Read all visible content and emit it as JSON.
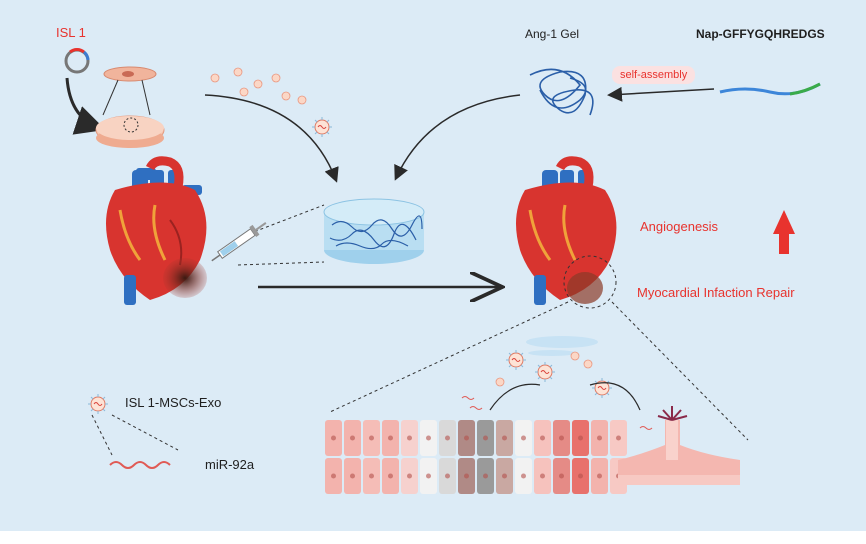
{
  "labels": {
    "isl1": "ISL 1",
    "ang_gel": "Ang-1 Gel",
    "peptide": "Nap-GFFYGQHREDGS",
    "self_assembly": "self-assembly",
    "angiogenesis": "Angiogenesis",
    "repair": "Myocardial Infaction Repair",
    "exo_legend": "ISL 1-MSCs-Exo",
    "mirna_legend": "miR-92a"
  },
  "colors": {
    "background": "#dcebf6",
    "accent_red": "#e8332e",
    "heart_red": "#d8342f",
    "vessel_blue": "#2f6fc1",
    "gel_blue": "#2b5fa8",
    "arrow_dark": "#2a2a2a"
  },
  "icons": [
    "plasmid-icon",
    "cell-dish-icon",
    "exosome-icon",
    "heart-icon",
    "syringe-icon",
    "hydrogel-icon",
    "peptide-chain-icon",
    "arrow-up-icon",
    "blood-vessel-icon",
    "mirna-icon"
  ]
}
